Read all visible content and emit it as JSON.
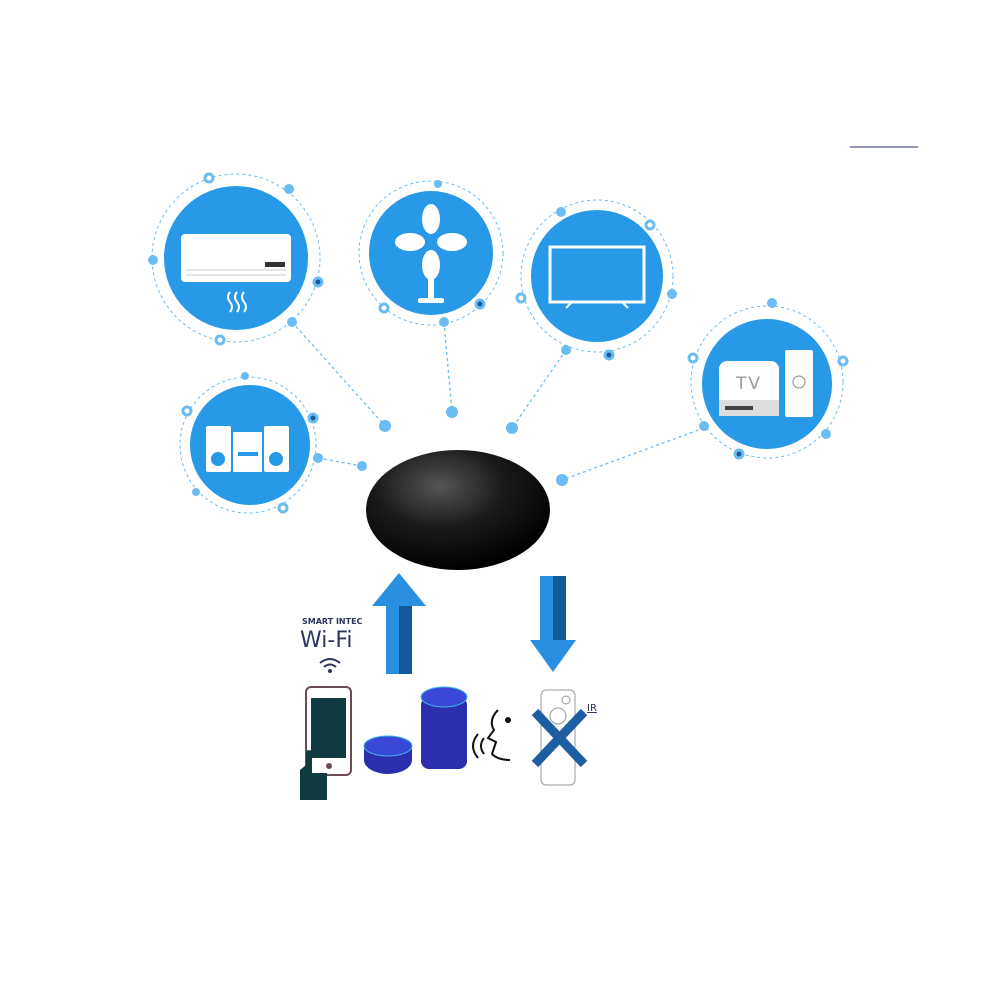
{
  "brand": {
    "name": "SMART INTEC",
    "wifi_label": "Wi-Fi"
  },
  "remote": {
    "ir_label": "IR"
  },
  "devices": [
    {
      "name": "air-conditioner-icon"
    },
    {
      "name": "fan-icon"
    },
    {
      "name": "television-icon"
    },
    {
      "name": "tv-box-with-remote-icon",
      "label": "TV"
    },
    {
      "name": "stereo-speakers-icon"
    }
  ],
  "colors": {
    "circle": "#2799e6",
    "dots": "#6bbcf2",
    "hub": "#141414",
    "arrow": "#2a8fe0",
    "text": "#2d3561"
  }
}
